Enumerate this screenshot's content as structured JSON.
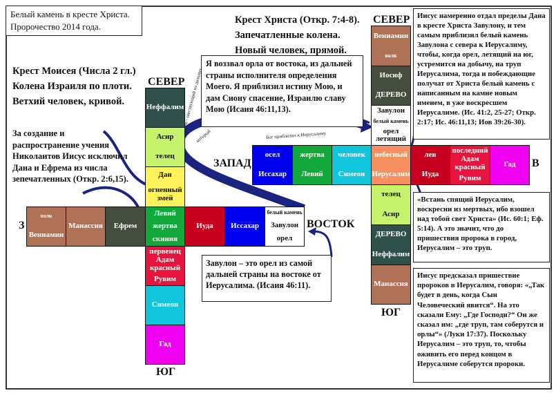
{
  "title_box": {
    "line1": "Белый камень в кресте Христа.",
    "line2": "Пророчество 2014 года."
  },
  "moses": {
    "heading": [
      "Крест Моисея (Числа 2 гл.)",
      "Колена Израиля по плоти.",
      "Ветхий человек, кривой."
    ],
    "note": "За создание и распространение учения Николаитов Иисус исключил Дана и Ефрема из числа зепечатленных (Откр. 2:6,15).",
    "north": "СЕВЕР",
    "south": "ЮГ",
    "west": "З",
    "east": "ВОСТОК",
    "cells": {
      "naftali": [
        "Неффалим"
      ],
      "asher": [
        "Асир",
        "телец"
      ],
      "dan": [
        "Дан",
        "огненный змей"
      ],
      "benjamin": [
        "волк",
        "Вениамин"
      ],
      "manasseh": [
        "Манассия"
      ],
      "ephraim": [
        "Ефрем"
      ],
      "levi": [
        "Левий",
        "жертва",
        "скиния"
      ],
      "judah": [
        "Иуда"
      ],
      "issachar": [
        "Иссахар"
      ],
      "zebulun": [
        "белый камень",
        "Завулон",
        "орел"
      ],
      "reuben": [
        "первенец Адам красный",
        "Рувим"
      ],
      "simeon": [
        "Симеон"
      ],
      "gad": [
        "Гад"
      ]
    }
  },
  "christ": {
    "heading": [
      "Крест Христа (Откр. 7:4-8).",
      "Запечатленные колена.",
      "Новый человек, прямой."
    ],
    "north": "СЕВЕР",
    "south": "ЮГ",
    "west": "ЗАПАД",
    "east": "В",
    "cells": {
      "benjamin": [
        "Вениамин",
        "волк"
      ],
      "joseph": [
        "Иосиф",
        "ДЕРЕВО"
      ],
      "zebulun": [
        "Завулон",
        "белый камень",
        "орел летящий"
      ],
      "issachar": [
        "осел",
        "Иссахар"
      ],
      "levi": [
        "жертва",
        "Левий"
      ],
      "simeon": [
        "человек",
        "Симеон"
      ],
      "jerusalem": [
        "небесный",
        "Иерусалим"
      ],
      "judah": [
        "лев",
        "Иуда"
      ],
      "reuben": [
        "последний Адам красный",
        "Рувим"
      ],
      "gad": [
        "Гад"
      ],
      "asher": [
        "телец",
        "Асир"
      ],
      "naftali": [
        "ДЕРЕВО",
        "Неффалим"
      ],
      "manasseh": [
        "Манассия"
      ]
    }
  },
  "quote_isaiah": "Я воззвал орла от востока, из дальней страны исполнителя определения Моего. Я приблизил истину Мою, и дам Сиону спасение, Израилю славу Мою (Исаия 46:11,13).",
  "quote_zebulun": "Завулон – это орел из самой дальней страны на востоке от Иерусалима. (Исаия 46:11).",
  "right_top": "Иисус намеренно отдал пределы Дана в кресте Христа Завулону, и тем самым приблизил белый камень Завулона с севера к Иерусалиму, чтобы, когда орел, летящий на юг, устремится на добычу, на труп Иерусалима, тогда и побеждающие получат от Христа белый камень с написанным на камне новым именем, в уже воскресшем Иерусалиме. (Ис. 41:2, 25-27; Откр. 2:17; Ис. 46:11,13; Иов 39:26-30).",
  "right_mid": "«Встань спящий Иерусалим, воскресни из мертвых, ибо взошел над тобой свет Христа» (Ис. 60:1; Еф. 5:14). А это значит, что до пришествия пророка в город, Иерусалим – это труп.",
  "right_bottom": "Иисус предсказал пришествие пророков в Иерусалим, говоря: «„Так будет в день, когда Сын Человеческий явится“. На это сказали Ему: „Где Господи?“ Он же сказал им: „где труп, там соберутся и орлы“» (Луки 17:37). Поскольку Иерусалим – это труп, то, чтобы оживить его перед концом в Иерусалиме соберутся пророки.",
  "curve_text": {
    "outer": "Белый камень - шествующий из дальних,",
    "inner": "который",
    "top": "Бог приблизил к Иерусалиму"
  },
  "colors": {
    "arrow": "#1a237e",
    "brown": "#b07257",
    "darkgreen": "#444d3e",
    "teal": "#2f4f4b",
    "lime": "#c6f36b",
    "yellow": "#fff25c",
    "green": "#12a83a",
    "red": "#c8001f",
    "blue": "#0000ee",
    "crimson": "#e8143f",
    "cyan": "#11c5dc",
    "magenta": "#f000f0",
    "orange": "#f79060"
  }
}
